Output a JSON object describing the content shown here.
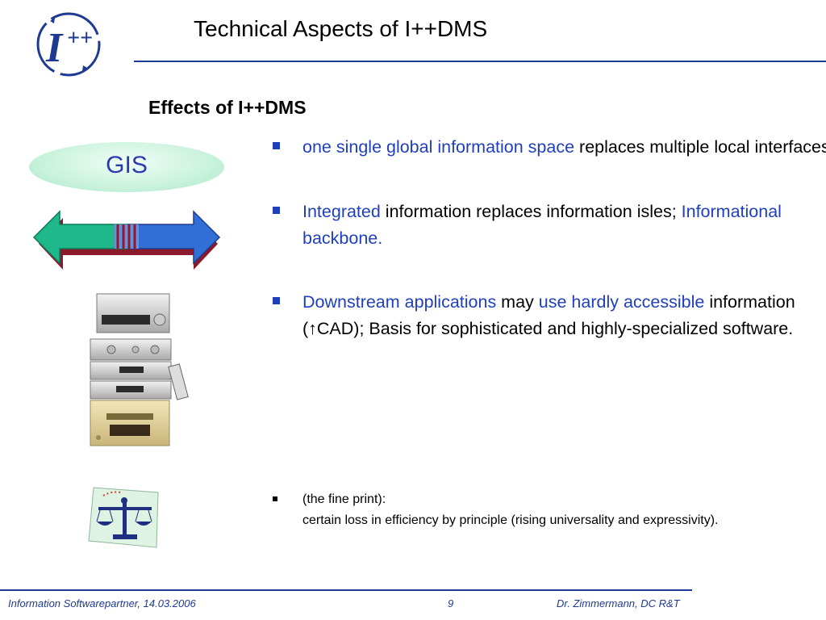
{
  "logo": {
    "text": "I++"
  },
  "slide": {
    "title": "Technical Aspects of I++DMS",
    "subtitle": "Effects of I++DMS"
  },
  "gis": {
    "label": "GIS"
  },
  "bullets": [
    {
      "parts": [
        {
          "text": "one single global information space",
          "style": "blue"
        },
        {
          "text": " replaces multiple local interfaces.",
          "style": "plain"
        }
      ]
    },
    {
      "parts": [
        {
          "text": "Integrated",
          "style": "blue"
        },
        {
          "text": " information replaces information isles; ",
          "style": "plain"
        },
        {
          "text": "Informational backbone.",
          "style": "blue"
        }
      ]
    },
    {
      "parts": [
        {
          "text": "Downstream applications",
          "style": "blue"
        },
        {
          "text": " may ",
          "style": "plain"
        },
        {
          "text": "use hardly accessible",
          "style": "blue"
        },
        {
          "text": " information (↑CAD); Basis for sophisticated and highly-specialized software.",
          "style": "plain"
        }
      ]
    }
  ],
  "fine_print": {
    "label": "(the fine print):",
    "text": "certain loss in efficiency by principle (rising universality and expressivity)."
  },
  "footer": {
    "left": "Information Softwarepartner, 14.03.2006",
    "page": "9",
    "right": "Dr. Zimmermann, DC R&T"
  },
  "colors": {
    "accent": "#1f3fbf",
    "rule": "#1f3a93",
    "arrow_green": "#1fb88a",
    "arrow_blue": "#2f6fd6",
    "arrow_shadow": "#8b1a2b"
  }
}
